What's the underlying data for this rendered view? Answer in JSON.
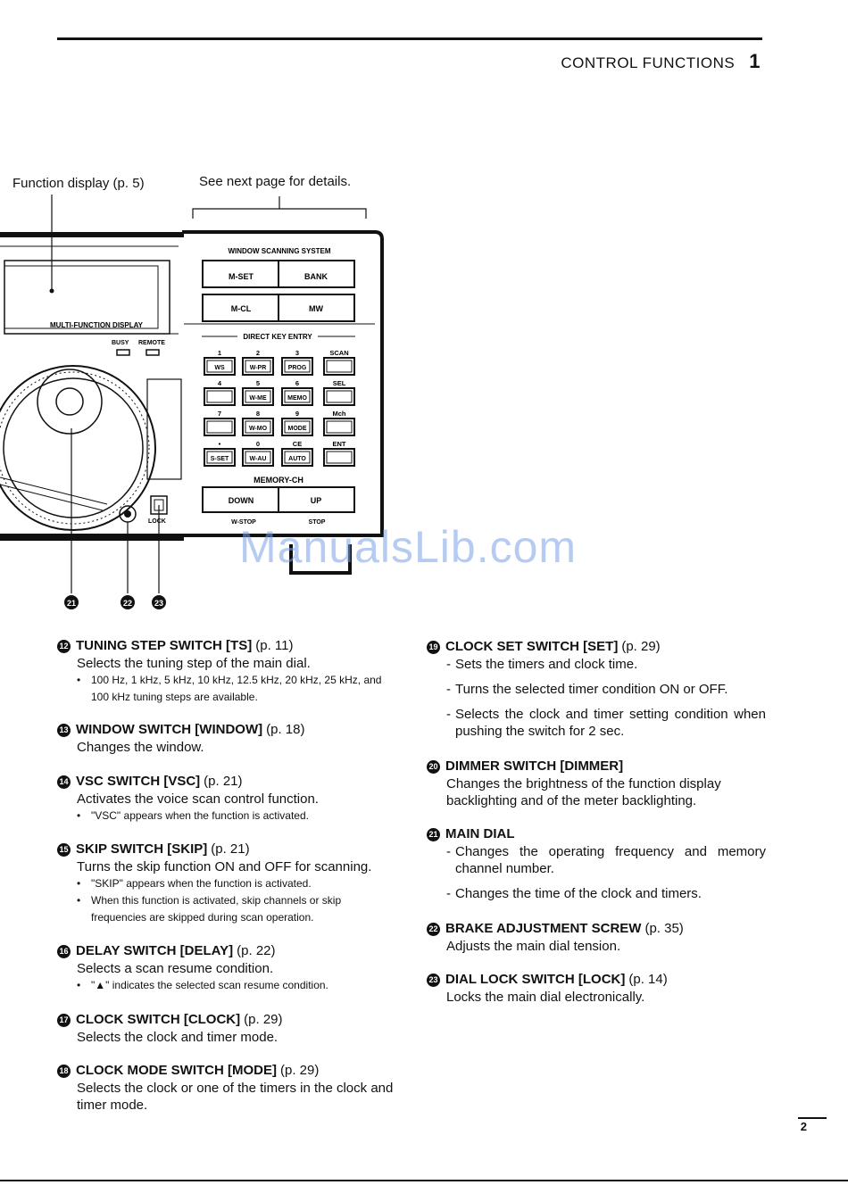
{
  "header": {
    "section_title": "CONTROL FUNCTIONS",
    "section_number": "1"
  },
  "callouts": {
    "function_display": "Function display (p. 5)",
    "see_next": "See next page for details."
  },
  "panel": {
    "wss_title": "WINDOW SCANNING SYSTEM",
    "mset": "M-SET",
    "bank": "BANK",
    "mcl": "M-CL",
    "mw": "MW",
    "direct_key_entry": "DIRECT KEY ENTRY",
    "multi_function_display": "MULTI-FUNCTION DISPLAY",
    "busy": "BUSY",
    "remote": "REMOTE",
    "keys": [
      {
        "top": "1",
        "face": "WS"
      },
      {
        "top": "2",
        "face": "W-PR"
      },
      {
        "top": "3",
        "face": "PROG"
      },
      {
        "top": "SCAN",
        "face": ""
      },
      {
        "top": "4",
        "face": ""
      },
      {
        "top": "5",
        "face": "W-ME"
      },
      {
        "top": "6",
        "face": "MEMO"
      },
      {
        "top": "SEL",
        "face": ""
      },
      {
        "top": "7",
        "face": ""
      },
      {
        "top": "8",
        "face": "W-MO"
      },
      {
        "top": "9",
        "face": "MODE"
      },
      {
        "top": "Mch",
        "face": ""
      },
      {
        "top": "•",
        "face": "S-SET"
      },
      {
        "top": "0",
        "face": "W-AU"
      },
      {
        "top": "CE",
        "face": "AUTO"
      },
      {
        "top": "ENT",
        "face": ""
      }
    ],
    "memory_ch": "MEMORY-CH",
    "down": "DOWN",
    "up": "UP",
    "wstop": "W-STOP",
    "stop": "STOP",
    "lock": "LOCK",
    "markers": [
      "21",
      "22",
      "23"
    ]
  },
  "watermark": "ManualsLib.com",
  "left_items": [
    {
      "num": "12",
      "title": "TUNING STEP SWITCH [TS]",
      "page": "(p. 11)",
      "desc": [
        "Selects the tuning step of the main dial."
      ],
      "bullets": [
        "100 Hz, 1 kHz, 5 kHz, 10 kHz, 12.5 kHz, 20 kHz, 25 kHz, and 100 kHz tuning steps are available."
      ]
    },
    {
      "num": "13",
      "title": "WINDOW SWITCH [WINDOW]",
      "page": "(p. 18)",
      "desc": [
        "Changes the window."
      ],
      "bullets": []
    },
    {
      "num": "14",
      "title": "VSC SWITCH [VSC]",
      "page": "(p. 21)",
      "desc": [
        "Activates the voice scan control function."
      ],
      "bullets": [
        "\"VSC\" appears when the function is activated."
      ]
    },
    {
      "num": "15",
      "title": "SKIP SWITCH [SKIP]",
      "page": "(p. 21)",
      "desc": [
        "Turns the skip function ON and OFF for scanning."
      ],
      "bullets": [
        "\"SKIP\" appears when the function is activated.",
        "When this function is activated, skip channels or skip frequencies are skipped during scan operation."
      ]
    },
    {
      "num": "16",
      "title": "DELAY SWITCH [DELAY]",
      "page": "(p. 22)",
      "desc": [
        "Selects a scan resume condition."
      ],
      "bullets": [
        "\"▲\" indicates the selected scan resume condition."
      ]
    },
    {
      "num": "17",
      "title": "CLOCK SWITCH [CLOCK]",
      "page": "(p. 29)",
      "desc": [
        "Selects the clock and timer mode."
      ],
      "bullets": []
    },
    {
      "num": "18",
      "title": "CLOCK MODE SWITCH [MODE]",
      "page": "(p. 29)",
      "desc": [
        "Selects the clock or one of the timers in the clock and timer mode."
      ],
      "bullets": []
    }
  ],
  "right_items": [
    {
      "num": "19",
      "title": "CLOCK SET SWITCH [SET]",
      "page": "(p. 29)",
      "desc": [],
      "dashes": [
        "Sets the timers and clock time.",
        "Turns the selected timer condition ON or OFF.",
        "Selects the clock and timer setting condition when pushing the switch for 2 sec."
      ]
    },
    {
      "num": "20",
      "title": "DIMMER SWITCH [DIMMER]",
      "page": "",
      "desc": [
        "Changes the brightness of the function display backlighting and of the meter backlighting."
      ],
      "dashes": []
    },
    {
      "num": "21",
      "title": "MAIN DIAL",
      "page": "",
      "desc": [],
      "dashes": [
        "Changes the operating frequency and memory channel number.",
        "Changes the time of the clock and timers."
      ]
    },
    {
      "num": "22",
      "title": "BRAKE ADJUSTMENT SCREW",
      "page": "(p. 35)",
      "desc": [
        "Adjusts the main dial tension."
      ],
      "dashes": []
    },
    {
      "num": "23",
      "title": "DIAL LOCK SWITCH [LOCK]",
      "page": "(p. 14)",
      "desc": [
        "Locks the main dial electronically."
      ],
      "dashes": []
    }
  ],
  "page_number": "2"
}
